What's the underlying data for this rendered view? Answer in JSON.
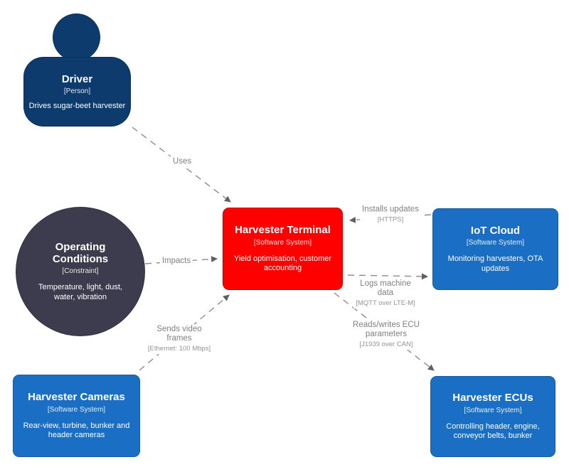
{
  "elements": {
    "driver": {
      "name": "Driver",
      "type": "[Person]",
      "description": "Drives sugar-beet harvester"
    },
    "operating_conditions": {
      "name": "Operating Conditions",
      "type": "[Constraint]",
      "description": "Temperature, light, dust, water, vibration"
    },
    "harvester_terminal": {
      "name": "Harvester Terminal",
      "type": "[Software System]",
      "description": "Yield optimisation, customer accounting"
    },
    "iot_cloud": {
      "name": "IoT Cloud",
      "type": "[Software System]",
      "description": "Monitoring harvesters, OTA updates"
    },
    "harvester_cameras": {
      "name": "Harvester Cameras",
      "type": "[Software System]",
      "description": "Rear-view, turbine, bunker and header cameras"
    },
    "harvester_ecus": {
      "name": "Harvester ECUs",
      "type": "[Software System]",
      "description": "Controlling header, engine, conveyor belts, bunker"
    }
  },
  "relationships": {
    "uses": {
      "source": "Driver",
      "target": "Harvester Terminal",
      "label": "Uses",
      "technology": ""
    },
    "impacts": {
      "source": "Operating Conditions",
      "target": "Harvester Terminal",
      "label": "Impacts",
      "technology": ""
    },
    "installs_updates": {
      "source": "IoT Cloud",
      "target": "Harvester Terminal",
      "label": "Installs updates",
      "technology": "[HTTPS]"
    },
    "logs_machine_data": {
      "source": "Harvester Terminal",
      "target": "IoT Cloud",
      "label": "Logs machine data",
      "technology": "[MQTT over LTE-M]"
    },
    "sends_video_frames": {
      "source": "Harvester Cameras",
      "target": "Harvester Terminal",
      "label": "Sends video frames",
      "technology": "[Ethernet: 100 Mbps]"
    },
    "reads_writes_ecu_parameters": {
      "source": "Harvester Terminal",
      "target": "Harvester ECUs",
      "label": "Reads/writes ECU parameters",
      "technology": "[J1939 over CAN]"
    }
  },
  "colors": {
    "person_fill": "#0d3b6e",
    "software_system_fill": "#1a6fc4",
    "highlight_fill": "#ff0000",
    "constraint_fill": "#3c3c4e",
    "relationship": "#8c8c8c",
    "arrowhead": "#606060",
    "background": "#ffffff",
    "element_text": "#ffffff"
  }
}
